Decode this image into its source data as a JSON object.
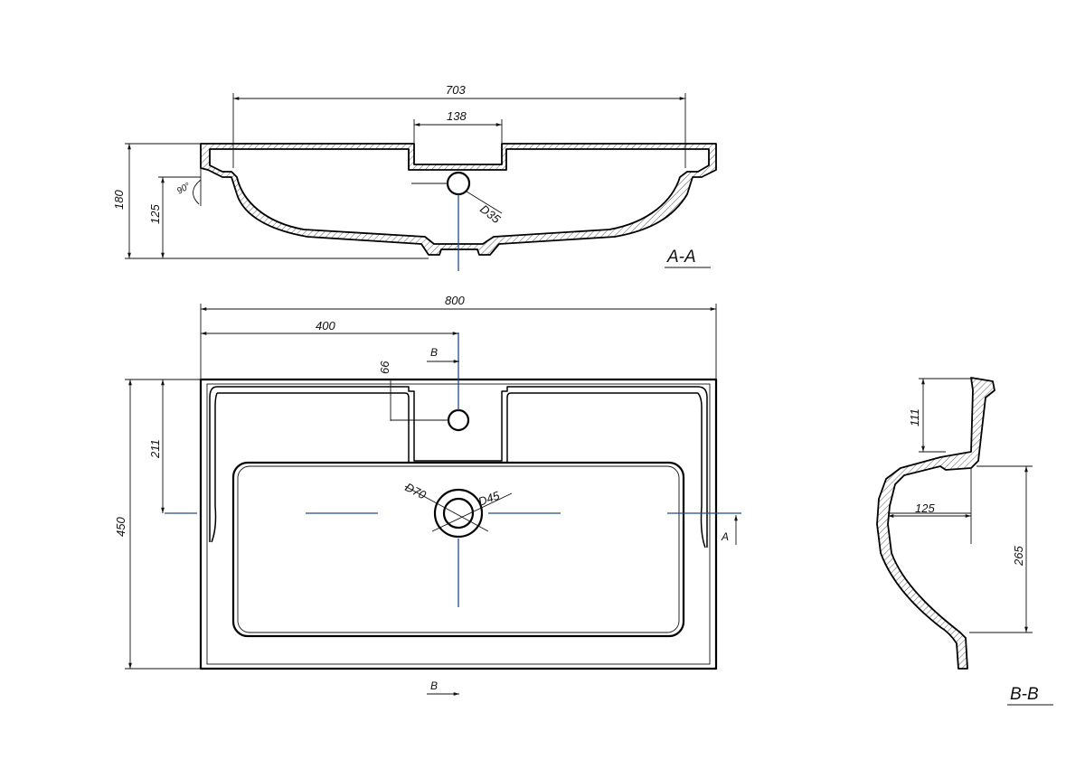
{
  "views": {
    "section_aa": {
      "label": "A-A"
    },
    "section_bb": {
      "label": "B-B"
    }
  },
  "dimensions": {
    "aa_width": "703",
    "aa_tap_width": "138",
    "aa_height_total": "180",
    "aa_height_bowl": "125",
    "aa_drain_dia": "D35",
    "aa_angle": "90°",
    "plan_width": "800",
    "plan_half": "400",
    "plan_depth": "450",
    "plan_tap_depth": "211",
    "plan_tap_offset": "66",
    "plan_drain_outer": "D70",
    "plan_drain_inner": "D45",
    "bb_height_top": "111",
    "bb_bowl_depth": "265",
    "bb_offset": "125"
  },
  "section_marks": {
    "b_top": "B",
    "b_bottom": "B",
    "a_right": "A"
  }
}
